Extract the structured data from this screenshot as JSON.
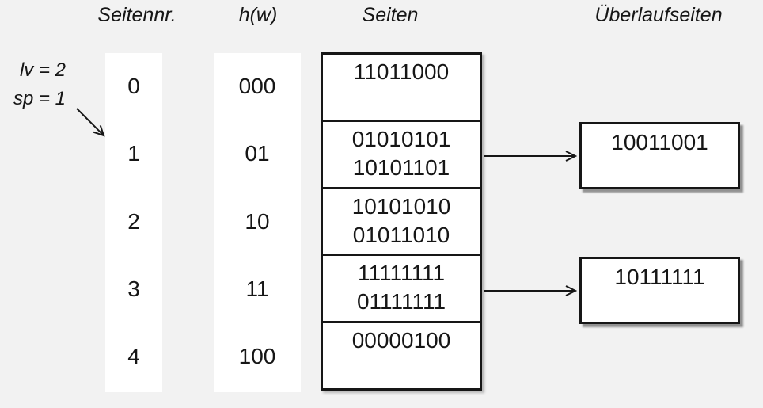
{
  "diagram": {
    "background": "#f2f2f2",
    "line_color": "#161616",
    "headers": {
      "page_nr": "Seitennr.",
      "hash_fn": "h(w)",
      "pages": "Seiten",
      "overflow_pages": "Überlaufseiten"
    },
    "state": {
      "level": "lv = 2",
      "split_pointer": "sp = 1"
    },
    "rows": [
      {
        "page_nr": "0",
        "hash": "000",
        "entries": [
          "11011000"
        ]
      },
      {
        "page_nr": "1",
        "hash": "01",
        "entries": [
          "01010101",
          "10101101"
        ]
      },
      {
        "page_nr": "2",
        "hash": "10",
        "entries": [
          "10101010",
          "01011010"
        ]
      },
      {
        "page_nr": "3",
        "hash": "11",
        "entries": [
          "11111111",
          "01111111"
        ]
      },
      {
        "page_nr": "4",
        "hash": "100",
        "entries": [
          "00000100"
        ]
      }
    ],
    "overflow_boxes": [
      {
        "value": "10011001",
        "connected_page_nr": "1"
      },
      {
        "value": "10111111",
        "connected_page_nr": "3"
      }
    ]
  }
}
